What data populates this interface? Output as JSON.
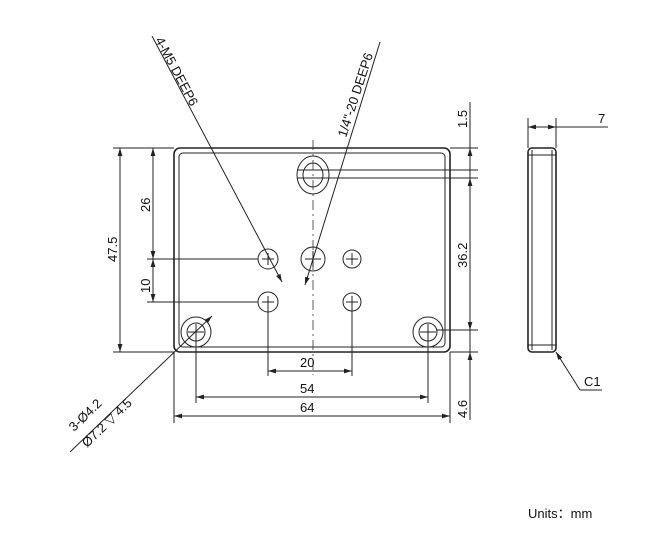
{
  "title": "Mounting plate drawing",
  "callouts": {
    "m5": "4-M5 DEEP6",
    "quarter": "1/4\"-20 DEEP6",
    "cbore_line1": "3-Ø4.2",
    "cbore_line2": "Ø7.2 ▽ 4.5",
    "chamfer": "C1"
  },
  "dimensions": {
    "height_total": "47.5",
    "d26": "26",
    "d10": "10",
    "d20": "20",
    "d54": "54",
    "d64": "64",
    "d1_5": "1.5",
    "d36_2": "36.2",
    "d4_6": "4.6",
    "thickness": "7"
  },
  "units": "Units：mm"
}
